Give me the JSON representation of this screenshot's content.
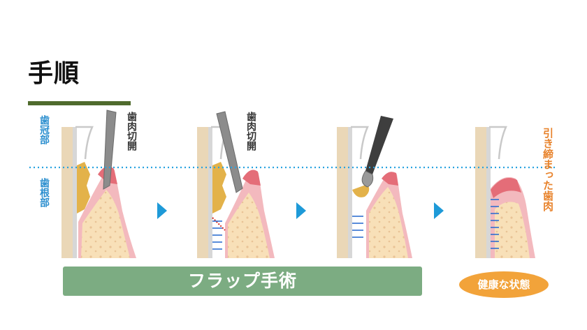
{
  "title": "手順",
  "zones": {
    "crown": "歯冠部",
    "root": "歯根部"
  },
  "steps": [
    {
      "label": "歯肉切開"
    },
    {
      "label": "歯肉切開"
    },
    {
      "label": ""
    },
    {
      "label": ""
    }
  ],
  "side_label": "引き締まった歯肉",
  "banner": "フラップ手術",
  "badge": "健康な状態",
  "colors": {
    "title_bar": "#4f6b2d",
    "dotted_line": "#29a3e0",
    "arrow": "#1e9ad8",
    "banner": "#7cac82",
    "badge": "#f2a33a",
    "side_label": "#e8832c",
    "zone_label": "#2c8fcf",
    "gum": "#e46d78",
    "bone": "#f8e0b8",
    "tartar": "#e3b24a",
    "tooth": "#ead7b7"
  }
}
